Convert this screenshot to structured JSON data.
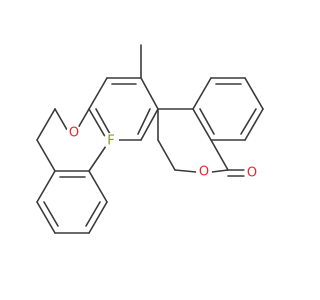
{
  "structure": {
    "atom_labels": {
      "o_ring": "O",
      "o_carbonyl": "O",
      "o_ether": "O",
      "f": "F"
    },
    "colors": {
      "bond": "#3a3a3a",
      "oxygen": "#e8262a",
      "fluorine": "#7ea31b"
    }
  }
}
